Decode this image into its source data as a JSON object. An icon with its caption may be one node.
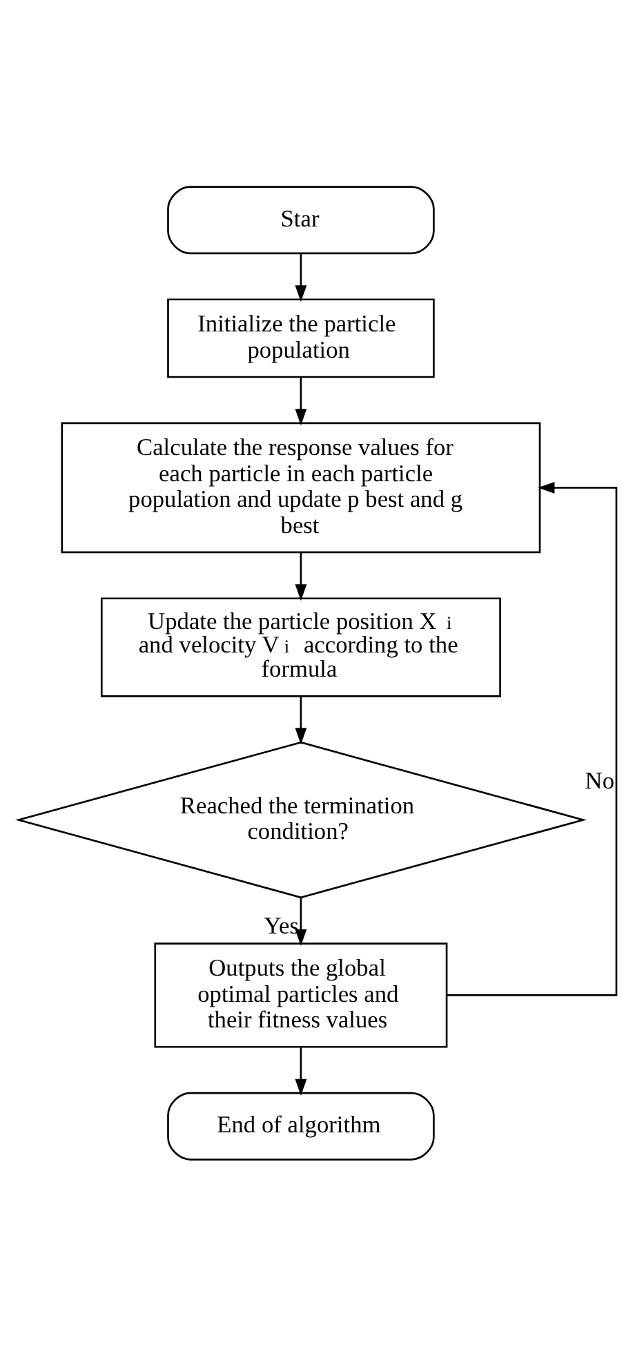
{
  "diagram": {
    "nodes": [
      {
        "text": [
          "Star"
        ]
      },
      {
        "text": [
          "Initialize the particle population"
        ]
      },
      {
        "text": [
          "Calculate the response values for each particle in each particle population and update p best and g best"
        ]
      },
      {
        "text": [
          "Update the particle position X$_{i}$ and velocity V$_{i}$ according to the formula"
        ]
      },
      {
        "text": [
          "Reached the termination condition?"
        ]
      },
      {
        "text": [
          "Outputs the global optimal particles and their fitness values"
        ]
      },
      {
        "text": [
          "End of algorithm"
        ]
      }
    ],
    "edges": [
      {
        "from": 0,
        "to": 1,
        "arrow": "to"
      },
      {
        "from": 1,
        "to": 2,
        "arrow": "to"
      },
      {
        "from": 2,
        "to": 3,
        "arrow": "to"
      },
      {
        "from": 3,
        "to": 4,
        "arrow": "to"
      },
      {
        "from": 4,
        "to": 5,
        "arrow": "to",
        "label": "Yes"
      },
      {
        "from": 5,
        "to": 2,
        "arrow": "to",
        "label": "No"
      },
      {
        "from": 5,
        "to": 6,
        "arrow": "to"
      }
    ]
  }
}
